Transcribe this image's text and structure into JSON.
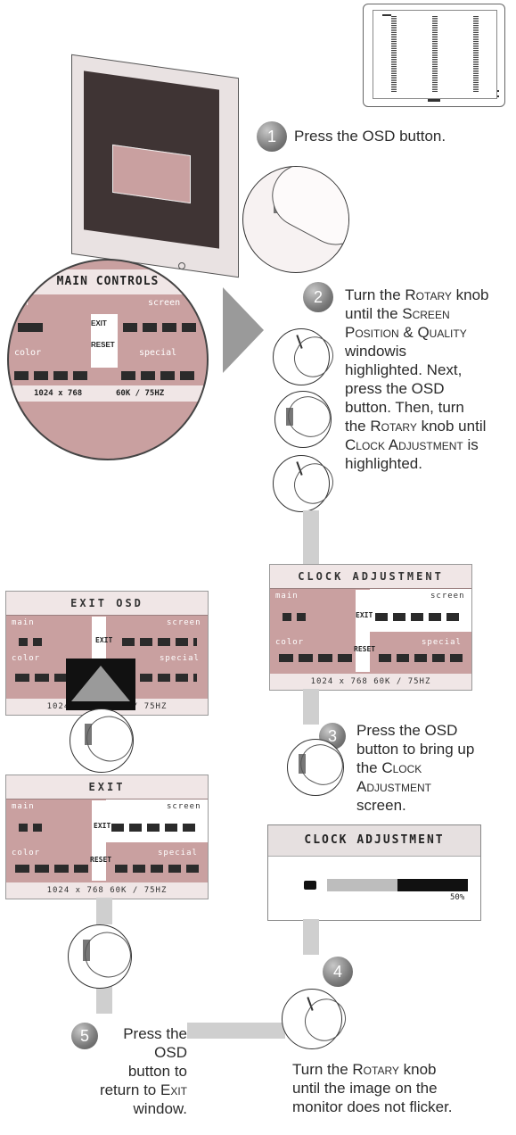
{
  "steps": {
    "s1": {
      "num": "1",
      "text": "Press the OSD button."
    },
    "s2": {
      "num": "2"
    },
    "s3": {
      "num": "3"
    },
    "s4": {
      "num": "4"
    },
    "s5": {
      "num": "5"
    }
  },
  "step2_lines": [
    "Turn the ",
    "Rotary",
    " knob",
    "until the ",
    "Screen",
    "Position & Quality",
    "windowis",
    "highlighted. Next,",
    "press the OSD",
    "button. Then, turn",
    "the ",
    "Rotary",
    " knob until",
    "Clock Adjustment",
    " is",
    "highlighted."
  ],
  "step3_lines": [
    "Press the OSD",
    "button to bring up",
    "the ",
    "Clock",
    "Adjustment",
    "screen."
  ],
  "step4_lines": [
    "Turn the ",
    "Rotary",
    " knob",
    "until the image on the",
    "monitor does not flicker."
  ],
  "step5_lines": [
    "Press the",
    "OSD",
    "button to",
    "return to ",
    "Exit",
    "window."
  ],
  "osd": {
    "main_controls": "MAIN CONTROLS",
    "exit_osd": "EXIT OSD",
    "clock_adjustment": "CLOCK ADJUSTMENT",
    "exit": "EXIT",
    "main": "main",
    "ain": "ain",
    "screen": "screen",
    "color": "color",
    "special": "special",
    "exit_btn": "EXIT",
    "reset_btn": "RESET",
    "resolution": "1024 x 768",
    "frequency": "60K / 75HZ",
    "footer": "1024 x 768   60K / 75HZ"
  },
  "clock_panel": {
    "title": "CLOCK ADJUSTMENT",
    "percent": "50%",
    "level": 0.5
  },
  "colors": {
    "osd_body": "#c9a0a0",
    "osd_light": "#f0e6e6",
    "connector": "#cfcfcf",
    "step_circle": "#7a7a7a"
  }
}
